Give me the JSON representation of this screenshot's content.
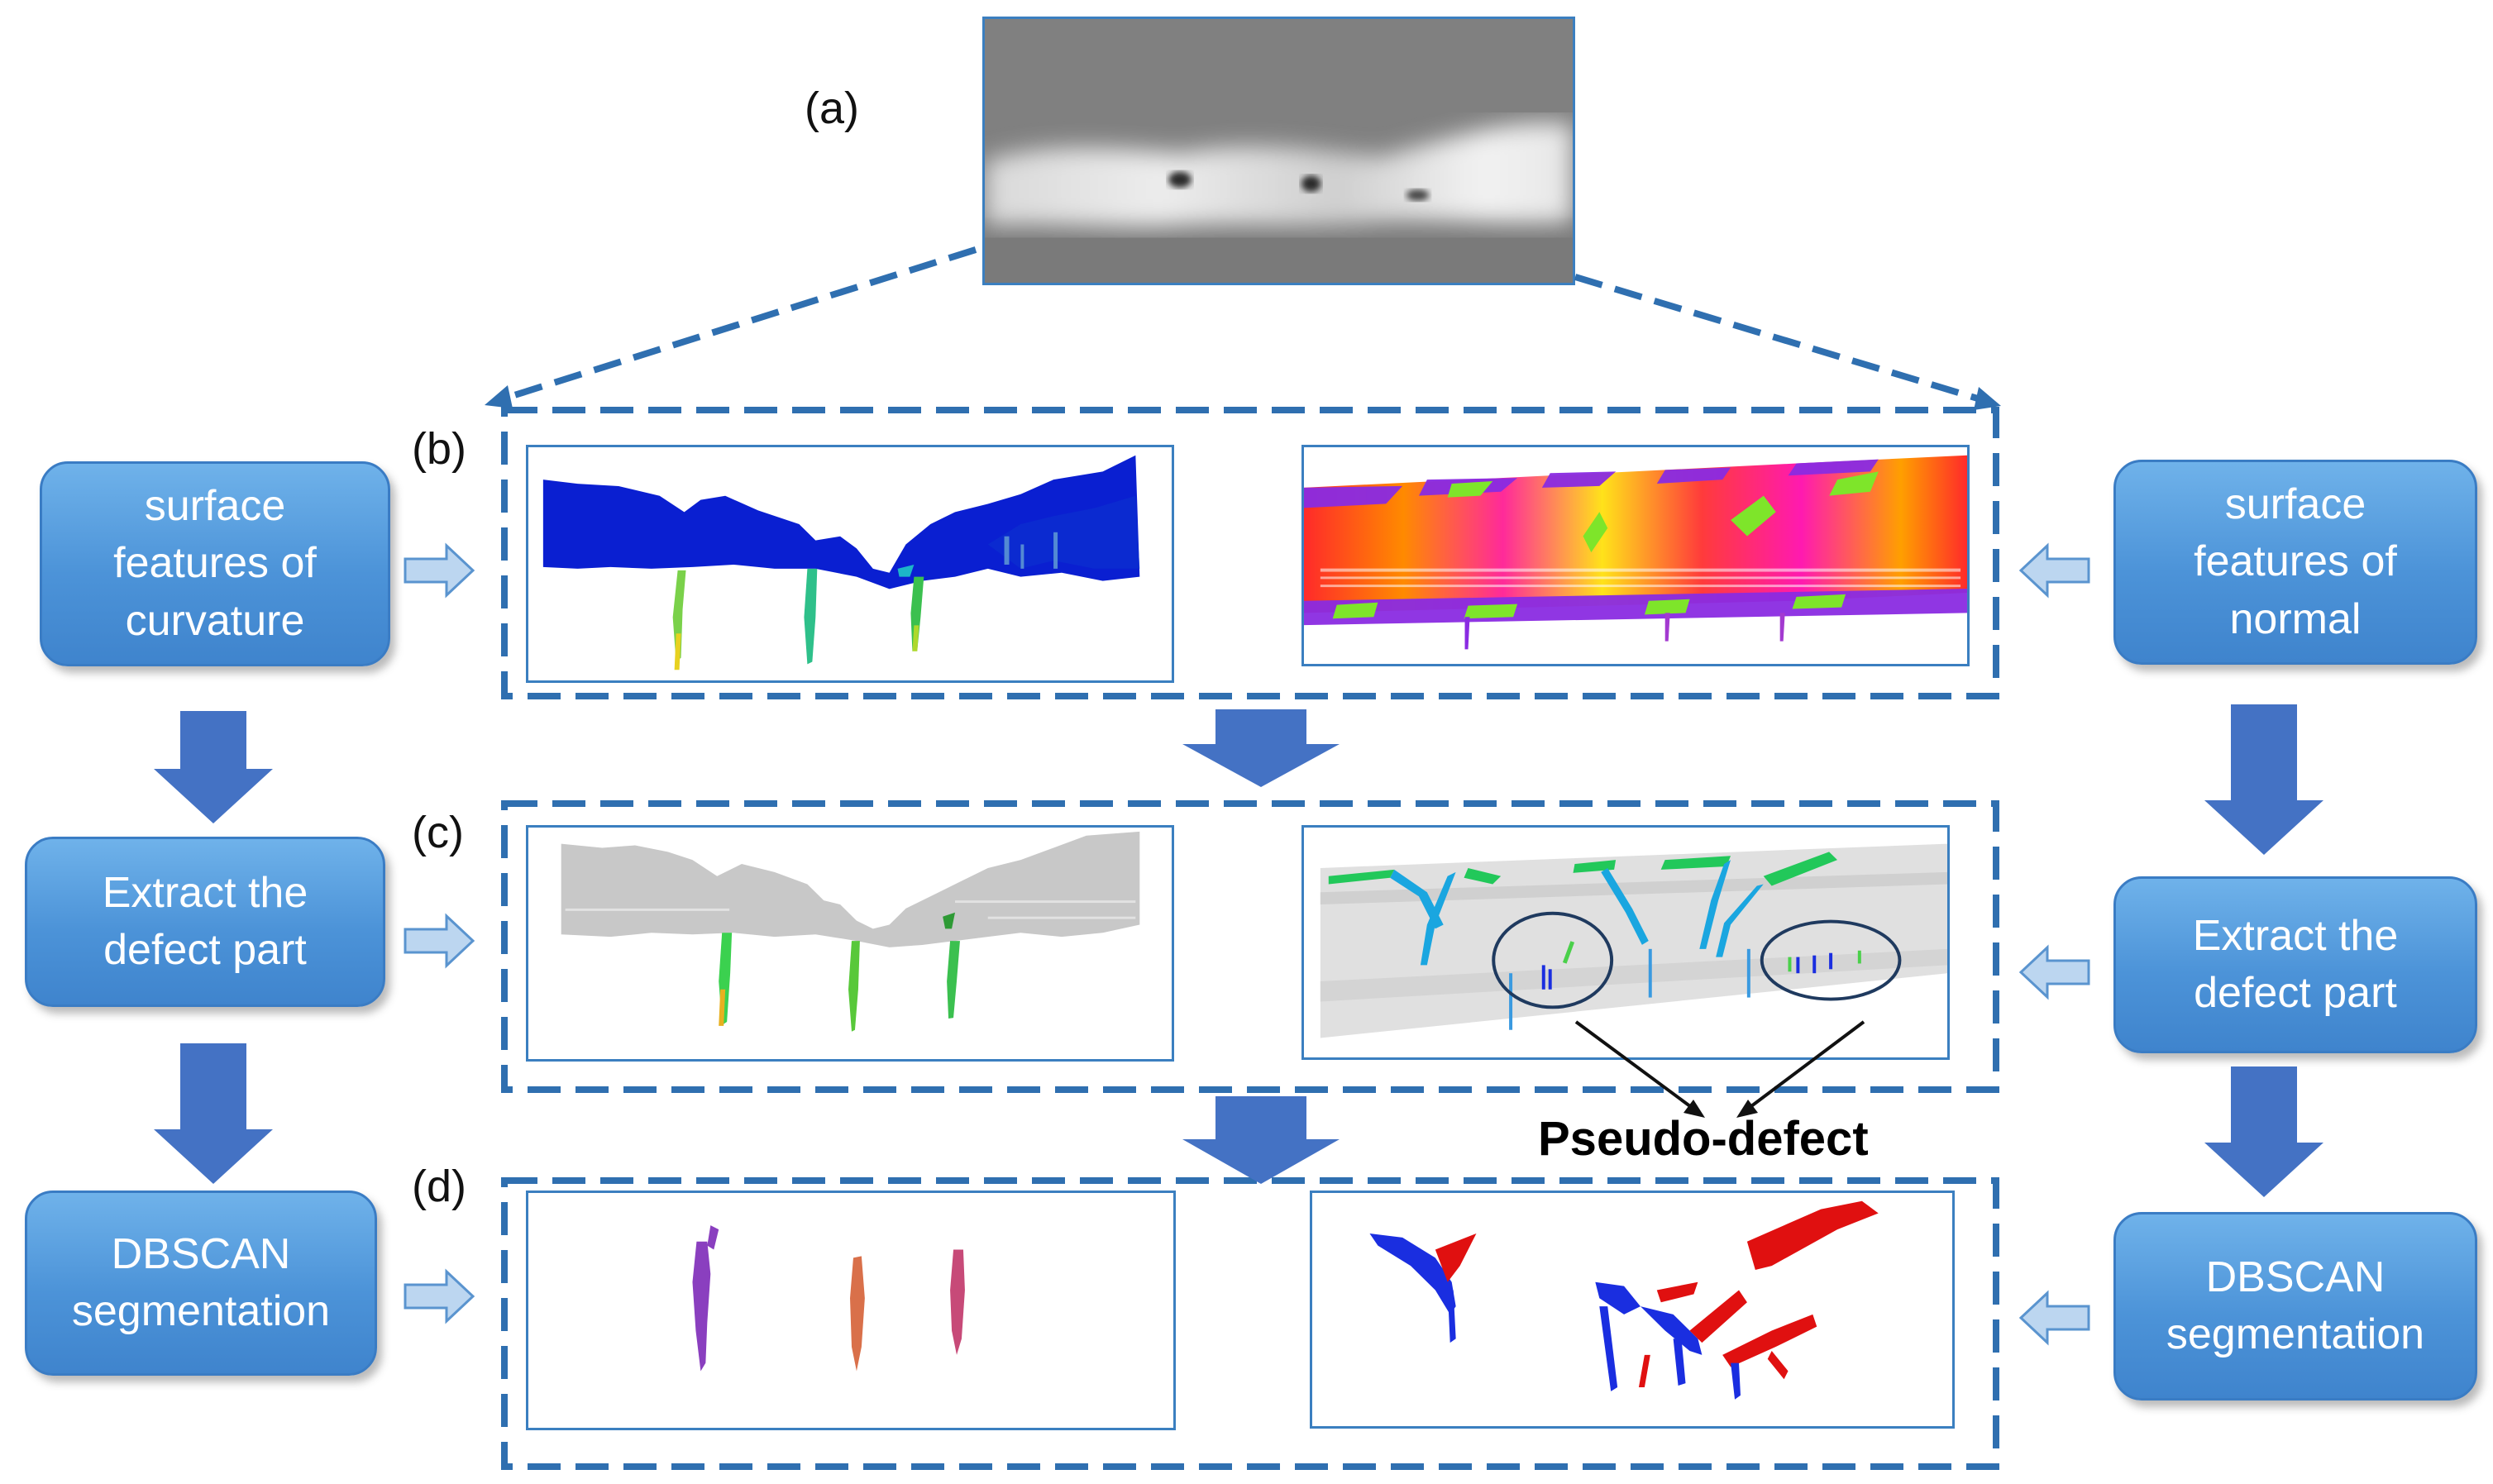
{
  "labels": {
    "a": "(a)",
    "b": "(b)",
    "c": "(c)",
    "d": "(d)"
  },
  "left_boxes": [
    "surface\nfeatures of\ncurvature",
    "Extract the\ndefect part",
    "DBSCAN\nsegmentation"
  ],
  "right_boxes": [
    "surface\nfeatures of\nnormal",
    "Extract the\ndefect part",
    "DBSCAN\nsegmentation"
  ],
  "annotation": "Pseudo-defect",
  "colors": {
    "box_fill": "#4c93d8",
    "dashed_frame": "#2f6fb0",
    "arrow_solid": "#4472c4",
    "arrow_hollow": "#9cc3e6",
    "curvature_cloud": "#0a1fd1",
    "extracted_cloud": "#c8c8c8",
    "segment_blue": "#1a2ee0",
    "segment_red": "#e01010"
  }
}
